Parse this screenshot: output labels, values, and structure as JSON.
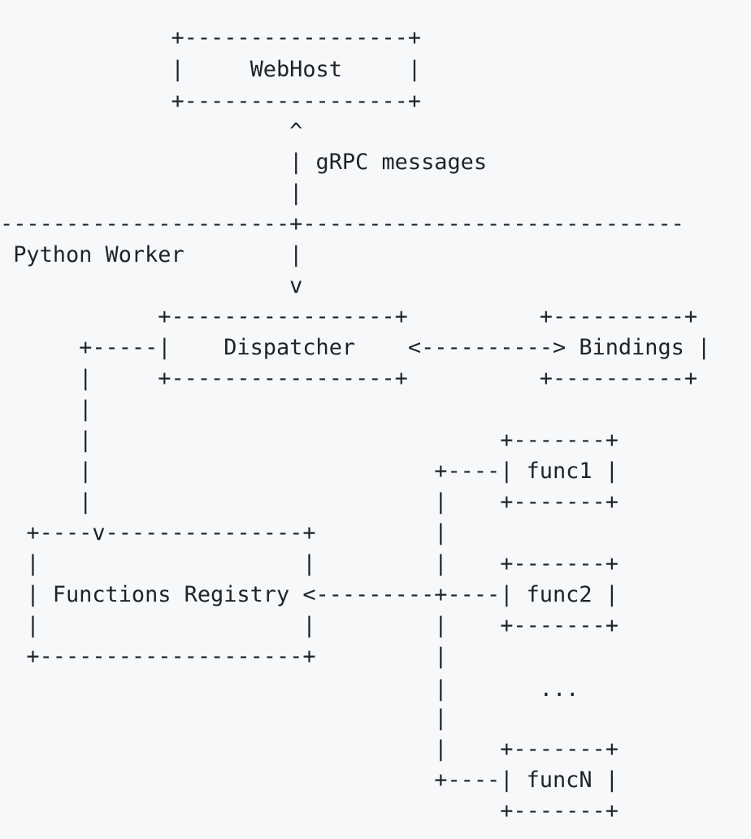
{
  "diagram": {
    "lines": [
      "             +-----------------+",
      "             |     WebHost     |",
      "             +-----------------+",
      "                      ^",
      "                      | gRPC messages",
      "                      |",
      "----------------------+-----------------------------",
      " Python Worker        |",
      "                      v",
      "            +-----------------+          +----------+",
      "      +-----|    Dispatcher    <----------> Bindings |",
      "      |     +-----------------+          +----------+",
      "      |",
      "      |                               +-------+",
      "      |                          +----| func1 |",
      "      |                          |    +-------+",
      "  +----v---------------+         |",
      "  |                    |         |    +-------+",
      "  | Functions Registry <---------+----| func2 |",
      "  |                    |         |    +-------+",
      "  +--------------------+         |",
      "                                 |       ...",
      "                                 |",
      "                                 |    +-------+",
      "                                 +----| funcN |",
      "                                      +-------+"
    ]
  },
  "labels": {
    "webhost": "WebHost",
    "grpc_messages": "gRPC messages",
    "python_worker": "Python Worker",
    "dispatcher": "Dispatcher",
    "bindings": "Bindings",
    "functions_registry": "Functions Registry",
    "func1": "func1",
    "func2": "func2",
    "ellipsis": "...",
    "funcN": "funcN"
  }
}
